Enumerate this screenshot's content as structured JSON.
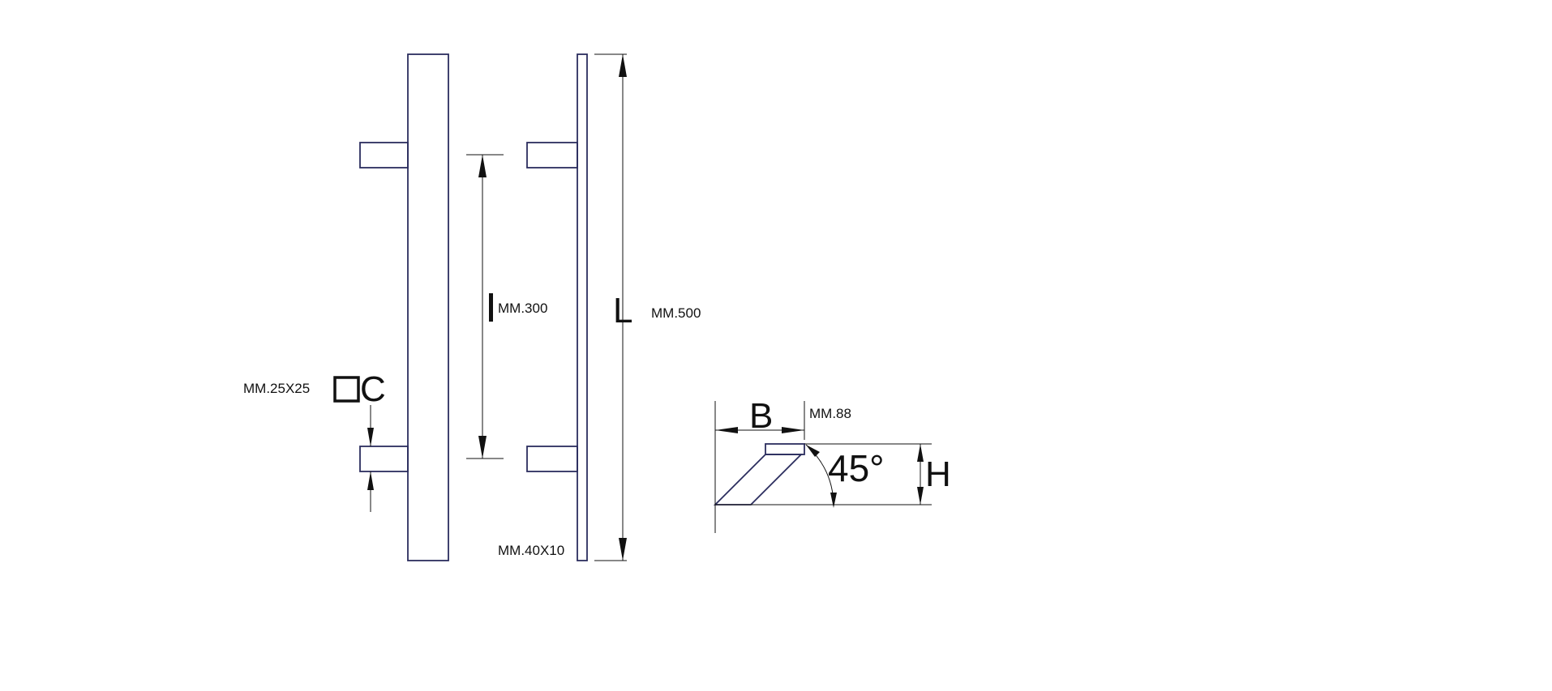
{
  "dimensions": {
    "handle_length": {
      "symbol": "L",
      "value": "MM.500"
    },
    "center_distance": {
      "symbol": "I",
      "value": "MM.300"
    },
    "bar_section": {
      "value": "MM.40X10"
    },
    "post_section": {
      "symbol": "C",
      "value": "MM.25X25"
    },
    "offset": {
      "symbol": "B",
      "value": "MM.88"
    },
    "height": {
      "symbol": "H"
    },
    "angle": {
      "value": "45°"
    }
  },
  "colors": {
    "part_outline": "#2b2d5e",
    "dimension_line": "#111111"
  }
}
